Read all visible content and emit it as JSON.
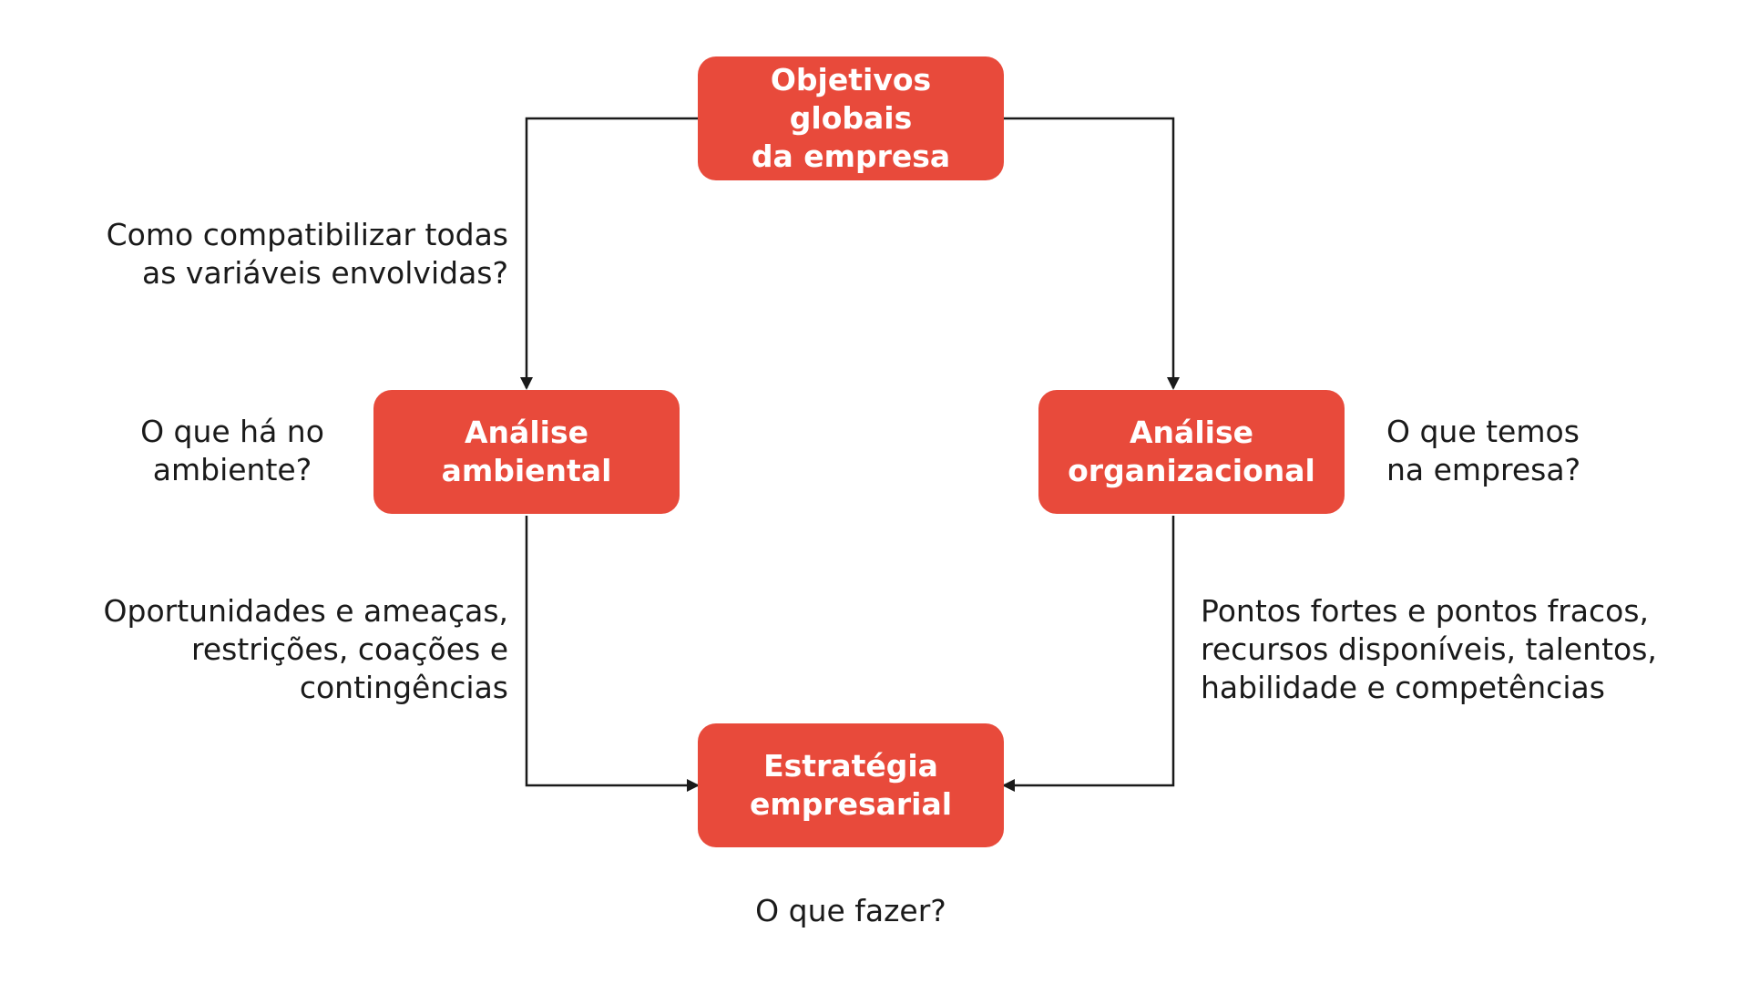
{
  "colors": {
    "node_fill": "#E84A3B",
    "connector": "#1a1a1a",
    "node_text": "#ffffff",
    "note_text": "#1a1a1a"
  },
  "nodes": {
    "objetivos": "Objetivos globais\nda empresa",
    "ambiental": "Análise\nambiental",
    "organizacional": "Análise\norganizacional",
    "estrategia": "Estratégia\nempresarial"
  },
  "notes": {
    "compatibilizar": "Como compatibilizar todas\nas variáveis envolvidas?",
    "ambiente": "O que há no\nambiente?",
    "temos": "O que temos\nna empresa?",
    "oportunidades": "Oportunidades e ameaças,\nrestrições, coações e\ncontingências",
    "pontos": "Pontos fortes e pontos fracos,\nrecursos disponíveis, talentos,\nhabilidade e competências",
    "fazer": "O que fazer?"
  }
}
